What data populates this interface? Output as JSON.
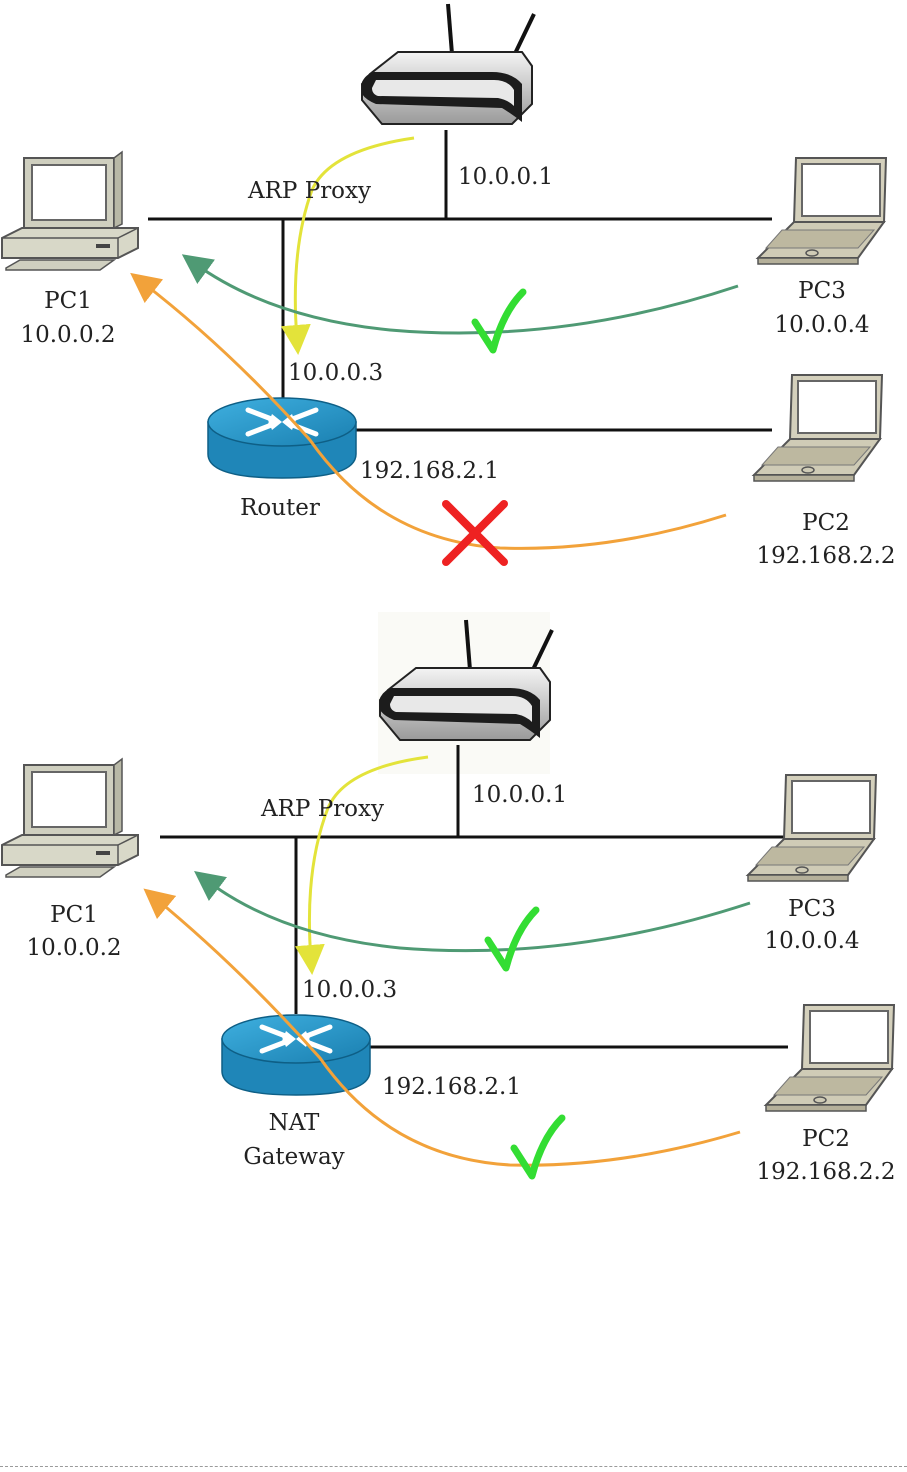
{
  "diagrams": [
    {
      "arp_proxy_label": "ARP Proxy",
      "ap_ip": "10.0.0.1",
      "router_lan_ip": "10.0.0.3",
      "router_wan_ip": "192.168.2.1",
      "router_label_line1": "Router",
      "router_label_line2": "",
      "pc1": {
        "name": "PC1",
        "ip": "10.0.0.2"
      },
      "pc3": {
        "name": "PC3",
        "ip": "10.0.0.4"
      },
      "pc2": {
        "name": "PC2",
        "ip": "192.168.2.2"
      },
      "pc3_to_pc1": "success",
      "pc2_to_pc1": "failure"
    },
    {
      "arp_proxy_label": "ARP Proxy",
      "ap_ip": "10.0.0.1",
      "router_lan_ip": "10.0.0.3",
      "router_wan_ip": "192.168.2.1",
      "router_label_line1": "NAT",
      "router_label_line2": "Gateway",
      "pc1": {
        "name": "PC1",
        "ip": "10.0.0.2"
      },
      "pc3": {
        "name": "PC3",
        "ip": "10.0.0.4"
      },
      "pc2": {
        "name": "PC2",
        "ip": "192.168.2.2"
      },
      "pc3_to_pc1": "success",
      "pc2_to_pc1": "success"
    }
  ],
  "colors": {
    "arp_arrow": "#e3e33a",
    "pc3_path": "#4f9a74",
    "pc2_path": "#f2a23a",
    "check": "#33dd33",
    "cross": "#ee2222",
    "router_body": "#1f86b8"
  }
}
